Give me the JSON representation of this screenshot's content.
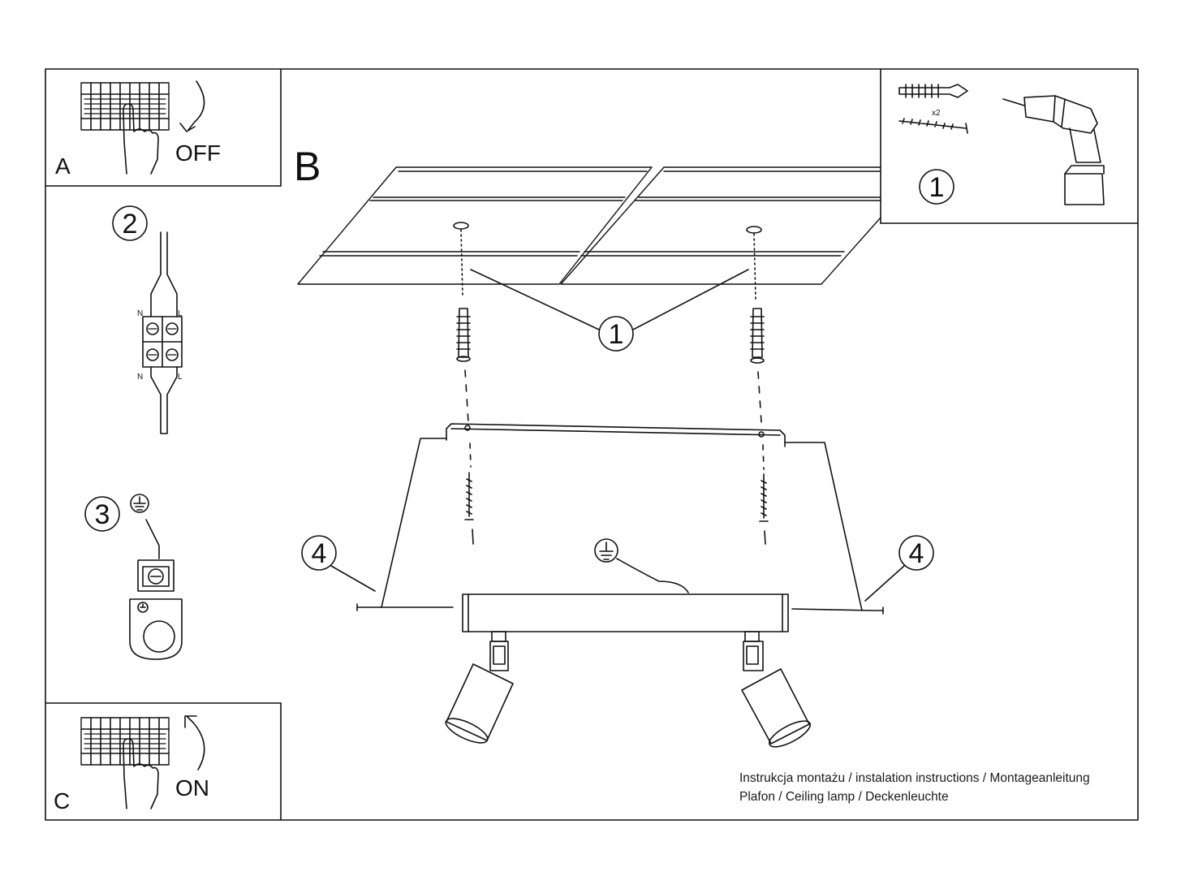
{
  "panels": {
    "a": {
      "letter": "A",
      "state": "OFF"
    },
    "b": {
      "letter": "B"
    },
    "c": {
      "letter": "C",
      "state": "ON"
    }
  },
  "steps": {
    "drill": "1",
    "holes": "1",
    "wiring": "2",
    "ground": "3",
    "screw_left": "4",
    "screw_right": "4"
  },
  "hardware": {
    "quantity": "x2"
  },
  "terminal": {
    "neutral": "N",
    "live": "L"
  },
  "caption": {
    "line1": "Instrukcja montażu / instalation instructions / Montageanleitung",
    "line2": "Plafon / Ceiling lamp / Deckenleuchte"
  },
  "colors": {
    "ink": "#111111",
    "background": "#ffffff"
  },
  "icons": [
    "circuit-breaker-icon",
    "hand-icon",
    "rotate-arrow-icon",
    "ground-symbol-icon",
    "drill-icon",
    "wall-plug-icon",
    "screw-icon"
  ]
}
